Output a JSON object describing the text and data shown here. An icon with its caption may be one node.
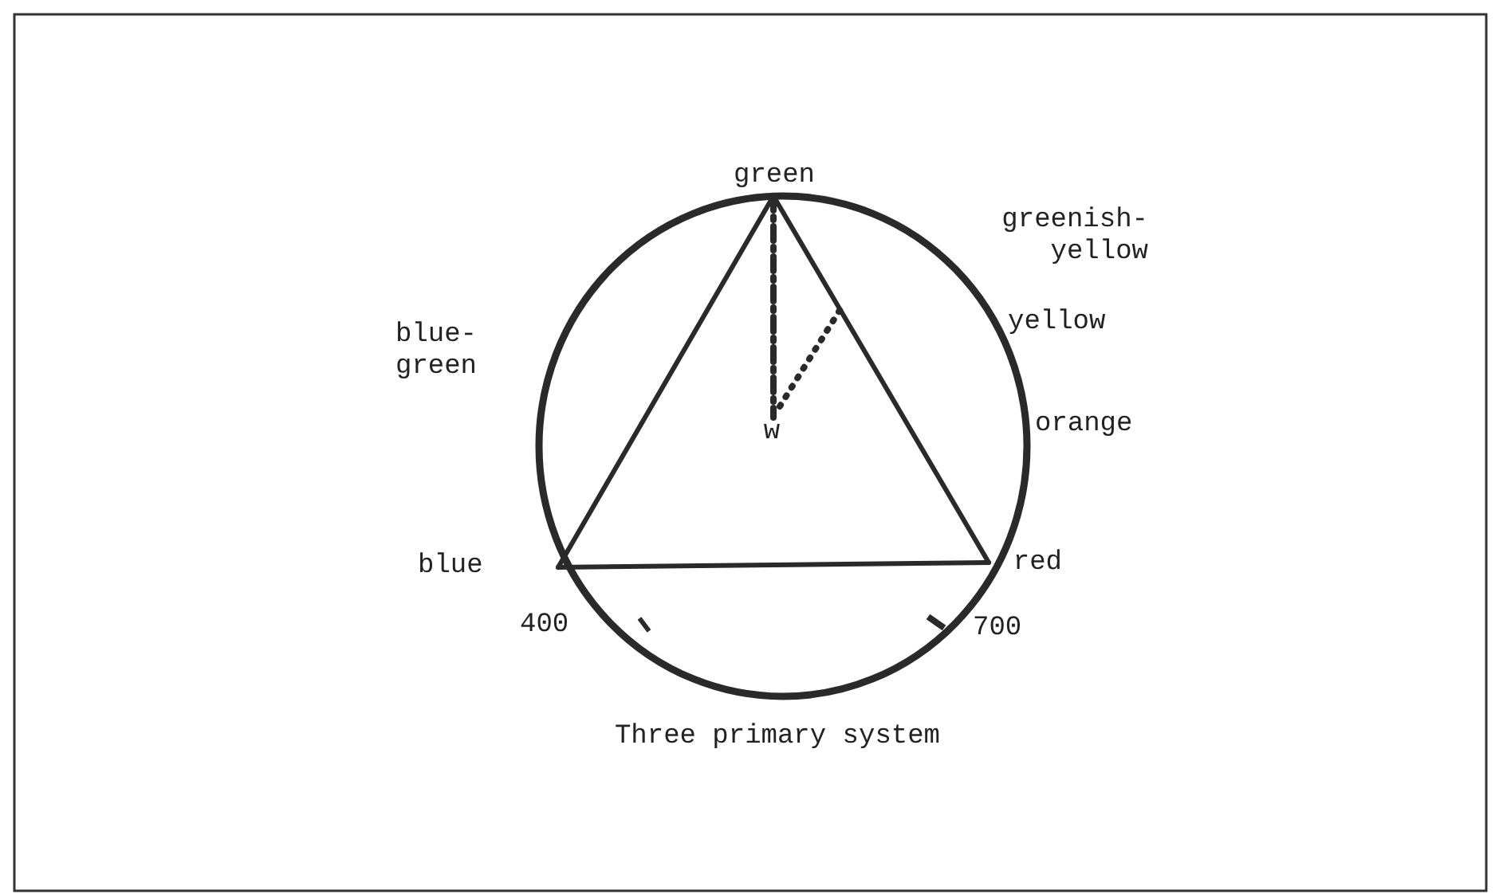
{
  "diagram": {
    "caption": "Three primary system",
    "nodes": [
      {
        "text": [
          "green"
        ]
      },
      {
        "text": [
          "blue"
        ]
      },
      {
        "text": [
          "red"
        ]
      },
      {
        "text": [
          "w"
        ]
      }
    ],
    "edges": [
      {
        "from": 0,
        "to": 1,
        "arrow": "none"
      },
      {
        "from": 0,
        "to": 2,
        "arrow": "none"
      },
      {
        "from": 1,
        "to": 2,
        "arrow": "none"
      },
      {
        "from": 0,
        "to": 3,
        "arrow": "none",
        "style": "dashed"
      },
      {
        "from": 3,
        "to": null,
        "arrow": "none",
        "style": "dashed"
      }
    ],
    "labels": [
      "greenish- yellow",
      "blue- green",
      "yellow",
      "orange",
      "400",
      "700"
    ]
  }
}
